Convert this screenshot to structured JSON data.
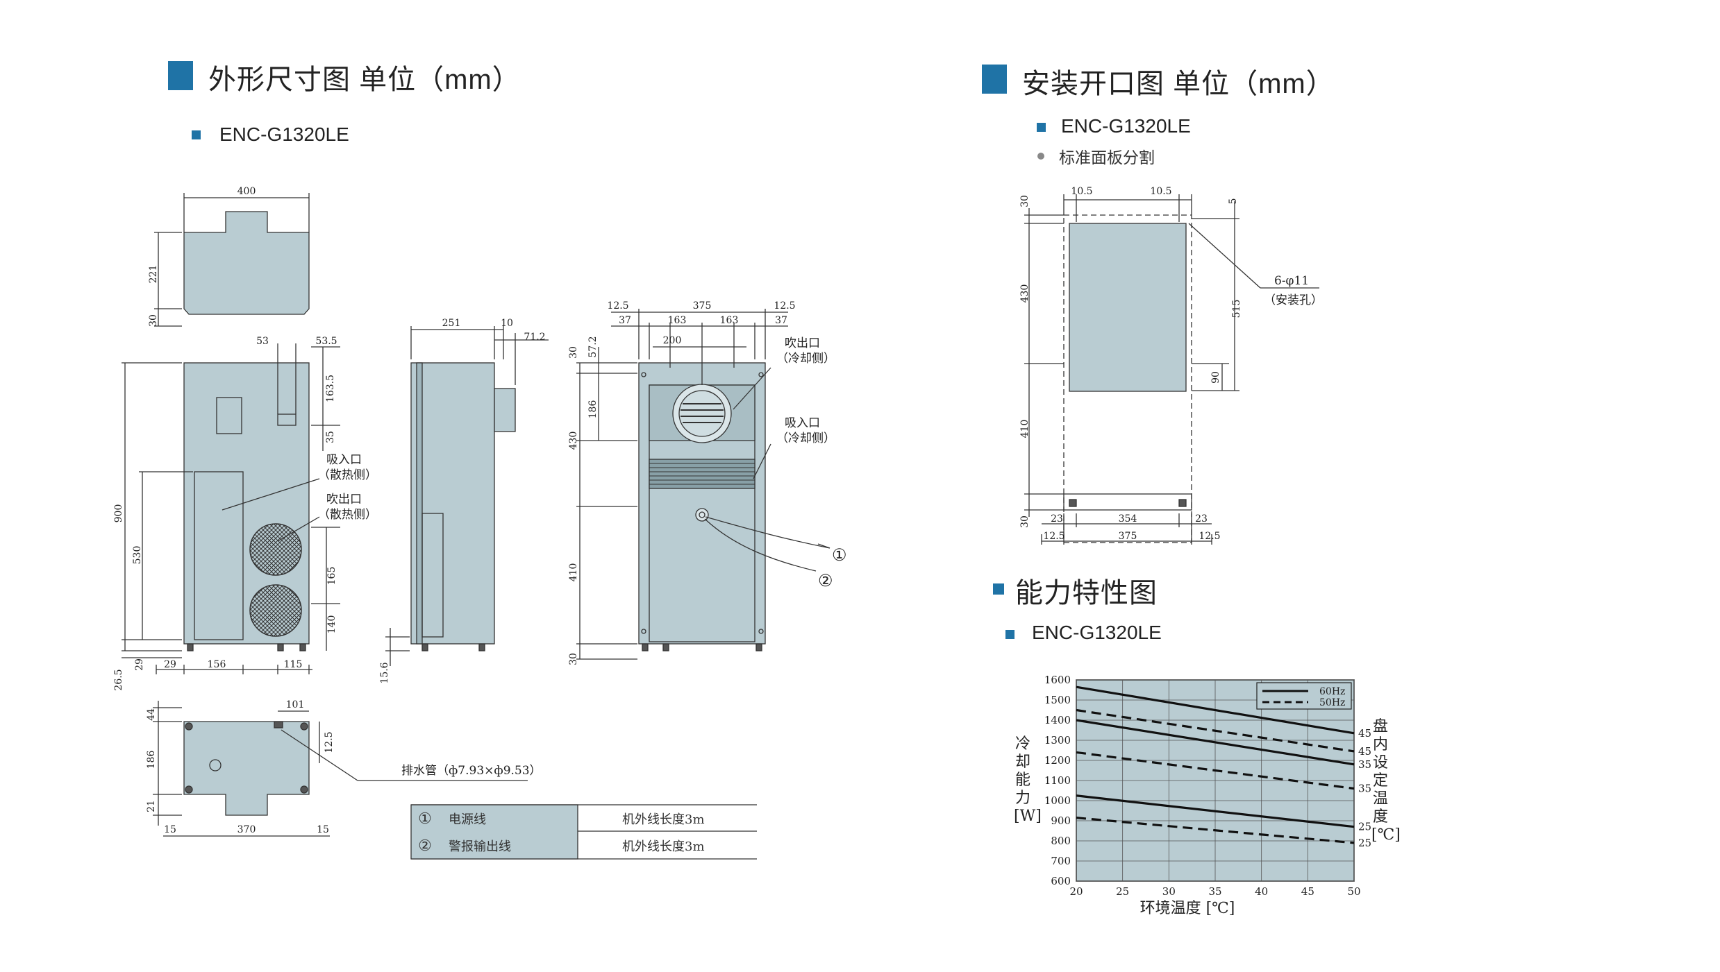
{
  "left": {
    "title": "外形尺寸图 单位（mm）",
    "model": "ENC-G1320LE",
    "labels": {
      "intake_hot": "吸入口",
      "intake_hot_sub": "（散热侧）",
      "outlet_hot": "吹出口",
      "outlet_hot_sub": "（散热侧）",
      "outlet_cold": "吹出口",
      "outlet_cold_sub": "（冷却侧）",
      "intake_cold": "吸入口",
      "intake_cold_sub": "（冷却侧）",
      "drain": "排水管（ф7.93×ф9.53）",
      "cable1_mark": "①",
      "cable2_mark": "②"
    },
    "dims": {
      "top_400": "400",
      "top_221": "221",
      "top_30": "30",
      "f_53": "53",
      "f_535": "53.5",
      "f_1635": "163.5",
      "f_35": "35",
      "f_900": "900",
      "f_530": "530",
      "f_165": "165",
      "f_140": "140",
      "f_29": "29",
      "f_265": "26.5",
      "f_29b": "29",
      "f_156": "156",
      "f_115": "115",
      "s_251": "251",
      "s_10": "10",
      "s_712": "71.2",
      "s_156": "15.6",
      "b_125a": "12.5",
      "b_375": "375",
      "b_125b": "12.5",
      "b_37a": "37",
      "b_163a": "163",
      "b_163b": "163",
      "b_37b": "37",
      "b_200": "200",
      "b_30": "30",
      "b_572": "57.2",
      "b_186": "186",
      "b_430": "430",
      "b_410": "410",
      "b_30b": "30",
      "bt_101": "101",
      "bt_44": "44",
      "bt_186": "186",
      "bt_21": "21",
      "bt_125": "12.5",
      "bt_15a": "15",
      "bt_370": "370",
      "bt_15b": "15"
    },
    "table": [
      {
        "no": "①",
        "name": "电源线",
        "desc": "机外线长度3m"
      },
      {
        "no": "②",
        "name": "警报输出线",
        "desc": "机外线长度3m"
      }
    ]
  },
  "right": {
    "title": "安装开口图 单位（mm）",
    "model": "ENC-G1320LE",
    "note": "标准面板分割",
    "dims": {
      "d_105a": "10.5",
      "d_105b": "10.5",
      "d_5": "5",
      "d_30": "30",
      "d_430": "430",
      "d_410": "410",
      "d_30b": "30",
      "d_515": "515",
      "d_90": "90",
      "d_23a": "23",
      "d_354": "354",
      "d_23b": "23",
      "d_125a": "12.5",
      "d_375": "375",
      "d_125b": "12.5",
      "hole": "6-φ11",
      "hole_sub": "（安装孔）"
    }
  },
  "chart_section": {
    "title": "能力特性图",
    "model": "ENC-G1320LE"
  },
  "chart_data": {
    "type": "line",
    "xlabel": "环境温度 [℃]",
    "ylabel": "冷却能力 [W]",
    "y2label": "盘内设定温度 [℃]",
    "xlim": [
      20,
      50
    ],
    "ylim": [
      600,
      1600
    ],
    "xticks": [
      20,
      25,
      30,
      35,
      40,
      45,
      50
    ],
    "yticks": [
      600,
      700,
      800,
      900,
      1000,
      1100,
      1200,
      1300,
      1400,
      1500,
      1600
    ],
    "grid": true,
    "legend_position": "top-right",
    "legend": [
      "60Hz",
      "50Hz"
    ],
    "series": [
      {
        "name": "60Hz",
        "label": "45",
        "x": [
          20,
          50
        ],
        "y": [
          1565,
          1335
        ],
        "style": "solid"
      },
      {
        "name": "50Hz",
        "label": "45",
        "x": [
          20,
          50
        ],
        "y": [
          1450,
          1245
        ],
        "style": "dashed"
      },
      {
        "name": "60Hz",
        "label": "35",
        "x": [
          20,
          50
        ],
        "y": [
          1400,
          1180
        ],
        "style": "solid"
      },
      {
        "name": "50Hz",
        "label": "35",
        "x": [
          20,
          50
        ],
        "y": [
          1240,
          1060
        ],
        "style": "dashed"
      },
      {
        "name": "60Hz",
        "label": "25",
        "x": [
          20,
          50
        ],
        "y": [
          1025,
          870
        ],
        "style": "solid"
      },
      {
        "name": "50Hz",
        "label": "25",
        "x": [
          20,
          50
        ],
        "y": [
          915,
          790
        ],
        "style": "dashed"
      }
    ]
  },
  "colors": {
    "accent": "#1f73a6",
    "body": "#b9ccd2",
    "grid": "#6f7f84"
  }
}
